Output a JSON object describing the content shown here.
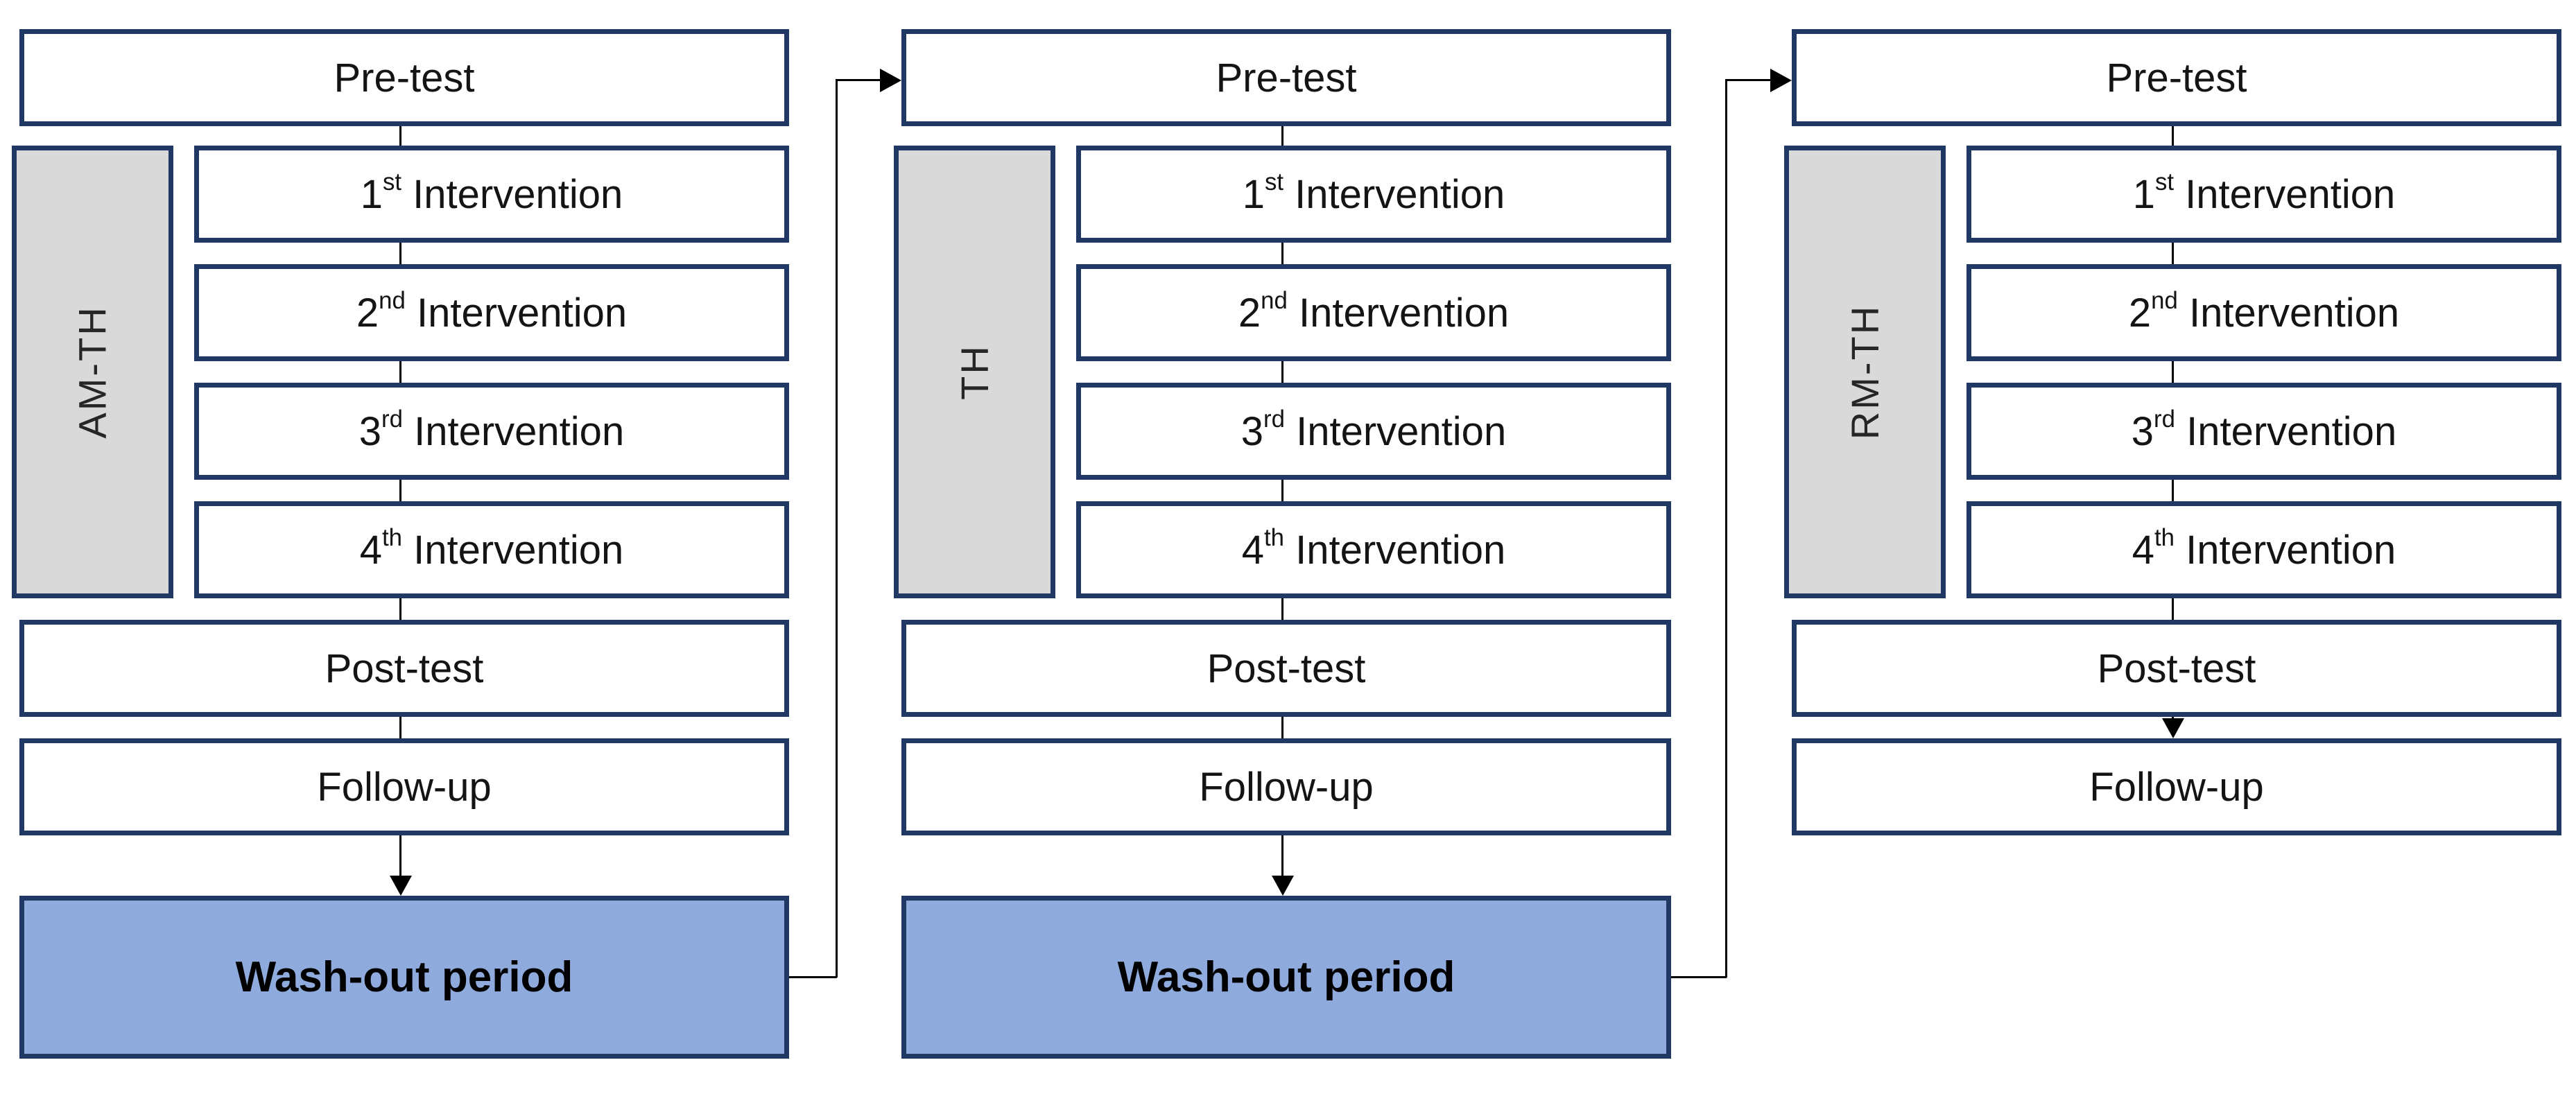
{
  "colors": {
    "border": "#1f3864",
    "washout-fill": "#8faadc",
    "group-fill": "#d9d9d9",
    "line": "#000000"
  },
  "columns": [
    {
      "group": "AM-TH",
      "boxes": {
        "pretest": "Pre-test",
        "interventions": [
          {
            "num": "1",
            "suffix": "st",
            "label": " Intervention"
          },
          {
            "num": "2",
            "suffix": "nd",
            "label": " Intervention"
          },
          {
            "num": "3",
            "suffix": "rd",
            "label": " Intervention"
          },
          {
            "num": "4",
            "suffix": "th",
            "label": " Intervention"
          }
        ],
        "posttest": "Post-test",
        "followup": "Follow-up",
        "washout": "Wash-out period"
      }
    },
    {
      "group": "TH",
      "boxes": {
        "pretest": "Pre-test",
        "interventions": [
          {
            "num": "1",
            "suffix": "st",
            "label": " Intervention"
          },
          {
            "num": "2",
            "suffix": "nd",
            "label": " Intervention"
          },
          {
            "num": "3",
            "suffix": "rd",
            "label": " Intervention"
          },
          {
            "num": "4",
            "suffix": "th",
            "label": " Intervention"
          }
        ],
        "posttest": "Post-test",
        "followup": "Follow-up",
        "washout": "Wash-out period"
      }
    },
    {
      "group": "RM-TH",
      "boxes": {
        "pretest": "Pre-test",
        "interventions": [
          {
            "num": "1",
            "suffix": "st",
            "label": " Intervention"
          },
          {
            "num": "2",
            "suffix": "nd",
            "label": " Intervention"
          },
          {
            "num": "3",
            "suffix": "rd",
            "label": " Intervention"
          },
          {
            "num": "4",
            "suffix": "th",
            "label": " Intervention"
          }
        ],
        "posttest": "Post-test",
        "followup": "Follow-up"
      }
    }
  ]
}
